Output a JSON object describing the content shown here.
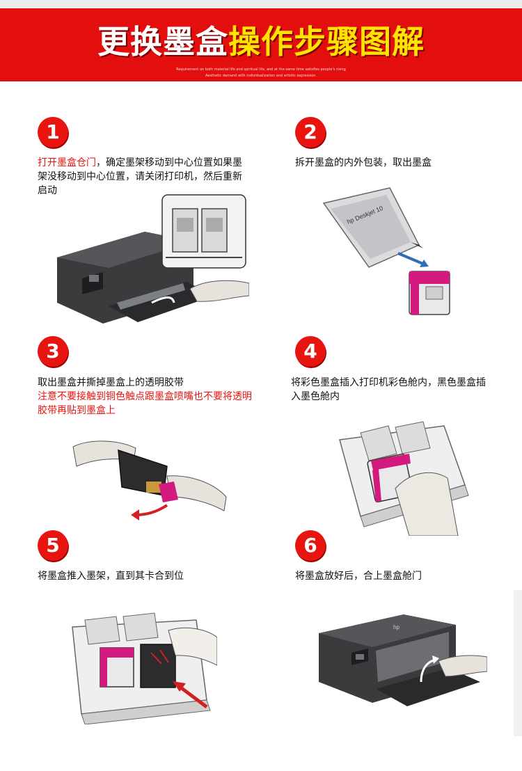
{
  "banner": {
    "title_white": "更换墨盒",
    "title_yellow": "操作步骤图解",
    "sub_line1": "Requirement on both material life and spiritual life, and at the same time satisfies people's rising",
    "sub_line2": "Aesthetic demand with individualization and artistic expression."
  },
  "steps": [
    {
      "num": "1",
      "text_red": "打开墨盒仓门",
      "text": "，确定墨架移动到中心位置如果墨架没移动到中心位置，请关闭打印机，然后重新启动"
    },
    {
      "num": "2",
      "text": "拆开墨盒的内外包装，取出墨盒",
      "package_label": "hp Deskjet 10"
    },
    {
      "num": "3",
      "text": "取出墨盒并撕掉墨盒上的透明胶带",
      "text_red": "注意不要接触到铜色触点跟墨盒喷嘴也不要将透明胶带再贴到墨盒上"
    },
    {
      "num": "4",
      "text": "将彩色墨盒插入打印机彩色舱内，黑色墨盒插入墨色舱内"
    },
    {
      "num": "5",
      "text": "将墨盒推入墨架，直到其卡合到位"
    },
    {
      "num": "6",
      "text": "将墨盒放好后，合上墨盒舱门",
      "printer_brand": "hp"
    }
  ],
  "colors": {
    "banner_red": "#e30f0f",
    "title_yellow": "#ffe400",
    "badge_red": "#e8140f",
    "cartridge_magenta": "#d4197f",
    "arrow_blue": "#2c6fb5",
    "arrow_red": "#d42020"
  }
}
